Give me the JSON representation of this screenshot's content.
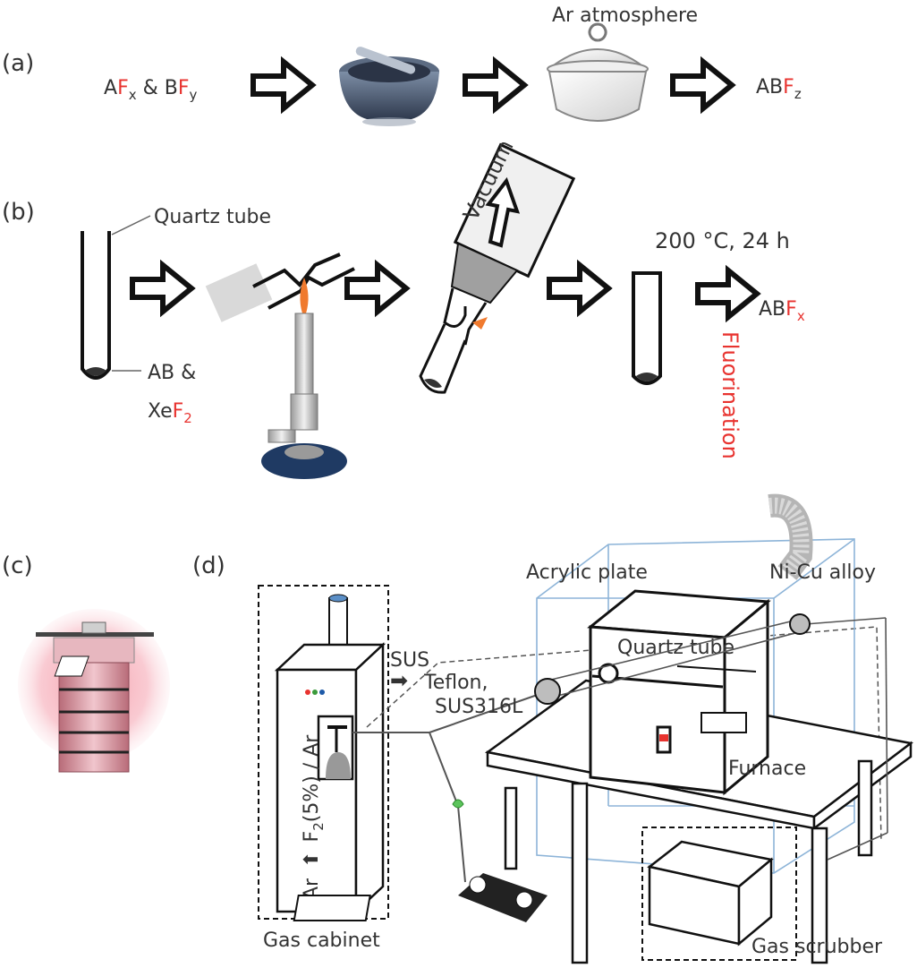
{
  "panels": {
    "a": "(a)",
    "b": "(b)",
    "c": "(c)",
    "d": "(d)"
  },
  "panel_a": {
    "reactant_1_element": "A",
    "reactant_1_f": "F",
    "reactant_1_sub": "x",
    "joiner": " & ",
    "reactant_2_element": "B",
    "reactant_2_f": "F",
    "reactant_2_sub": "y",
    "atmosphere": "Ar atmosphere",
    "product_prefix": "AB",
    "product_f": "F",
    "product_sub": "z"
  },
  "panel_b": {
    "quartz_tube": "Quartz tube",
    "sample_line1": "AB &",
    "sample_line2_prefix": "Xe",
    "sample_line2_f": "F",
    "sample_line2_sub": "2",
    "vacuum": "Vacuum",
    "conditions": "200 °C, 24 h",
    "product_prefix": "AB",
    "product_f": "F",
    "product_sub": "x",
    "fluorination": "Fluorination"
  },
  "panel_d": {
    "acrylic_plate": "Acrylic plate",
    "ni_cu_alloy": "Ni-Cu alloy",
    "quartz_tube": "Quartz tube",
    "sus": "SUS",
    "teflon": "Teflon,",
    "sus316l": "SUS316L",
    "furnace": "Furnace",
    "gas_cabinet": "Gas cabinet",
    "gas_scrubber": "Gas scrubber",
    "cabinet_ar": "Ar",
    "cabinet_f2_prefix": "F",
    "cabinet_f2_sub": "2",
    "cabinet_f2_suffix": "(5%) / Ar"
  },
  "colors": {
    "accent_red": "#e8332f",
    "acrylic_blue": "#8db4d8",
    "line_dark": "#1a1a1a"
  }
}
